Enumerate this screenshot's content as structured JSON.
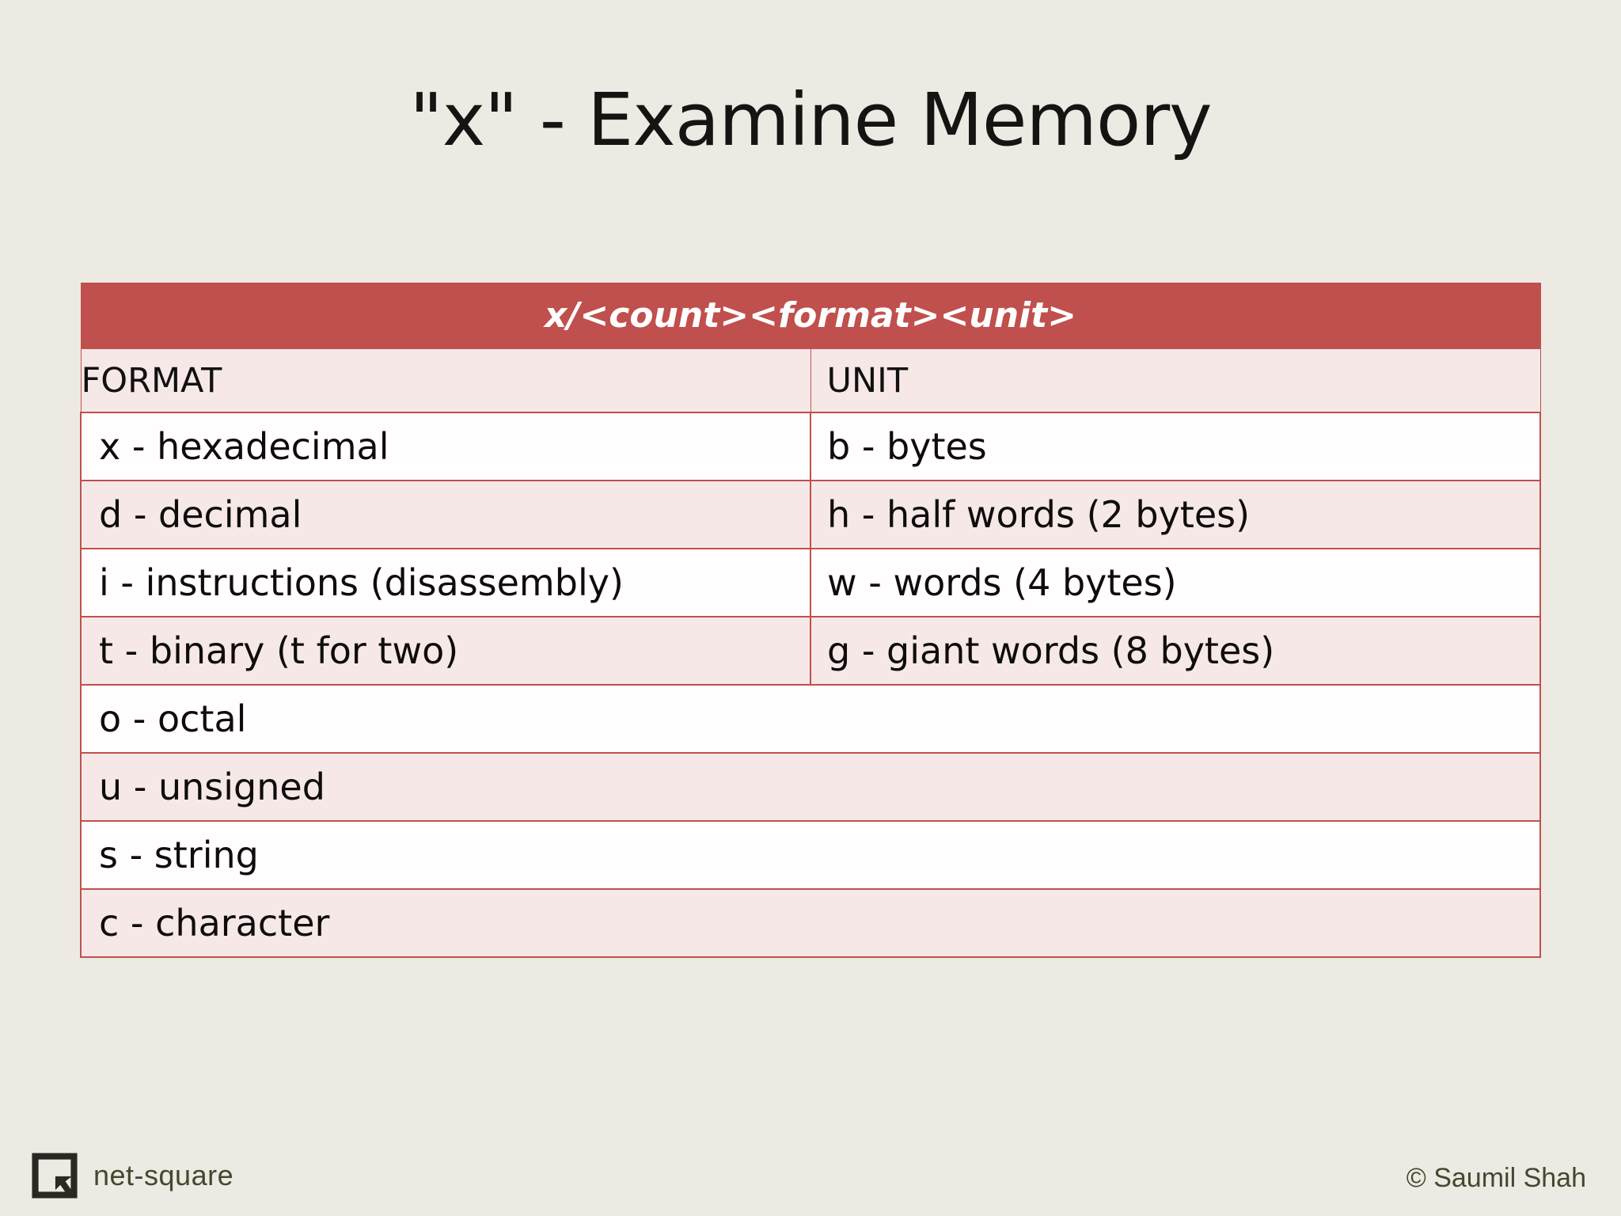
{
  "slide": {
    "title": "\"x\" - Examine Memory",
    "background_color": "#EDEAE3"
  },
  "table": {
    "accent_color": "#C0504D",
    "header_text_color": "#FFFFFF",
    "row_alt_color": "#F7E8E8",
    "row_color": "#FFFDFD",
    "syntax_header": "x/<count><format><unit>",
    "columns": [
      "FORMAT",
      "UNIT"
    ],
    "rows": [
      {
        "format": "x - hexadecimal",
        "unit": "b - bytes"
      },
      {
        "format": "d - decimal",
        "unit": "h - half words (2 bytes)"
      },
      {
        "format": "i - instructions (disassembly)",
        "unit": "w - words (4 bytes)"
      },
      {
        "format": "t - binary (t for two)",
        "unit": "g - giant words (8 bytes)"
      },
      {
        "format": "o - octal",
        "unit": ""
      },
      {
        "format": "u - unsigned",
        "unit": ""
      },
      {
        "format": "s - string",
        "unit": ""
      },
      {
        "format": "c - character",
        "unit": ""
      }
    ]
  },
  "footer": {
    "brand_name": "net-square",
    "brand_icon": "net-square-logo-icon",
    "copyright": "© Saumil Shah",
    "text_color": "#45472F"
  }
}
